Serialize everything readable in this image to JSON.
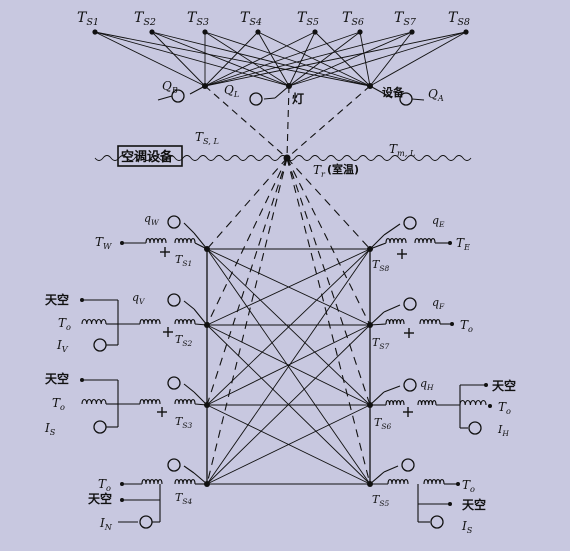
{
  "colors": {
    "background": "#c8c8e0",
    "ink": "#111111"
  },
  "top_labels": [
    "T_S1",
    "T_S2",
    "T_S3",
    "T_S4",
    "T_S5",
    "T_S6",
    "T_S7",
    "T_S8"
  ],
  "heat_gain_labels": {
    "QB": "Q_B",
    "QL": "Q_L",
    "QA": "Q_A",
    "light": "灯",
    "equipment": "设备"
  },
  "hvac": {
    "box": "空调设备",
    "supply": "T_S, L_S",
    "outside": "T_m, L_o"
  },
  "room_node": {
    "label": "T_r",
    "suffix": "(室温)"
  },
  "left_surfaces": [
    {
      "node": "T_S1",
      "q": "q_W",
      "source": "T_W"
    },
    {
      "node": "T_S2",
      "q": "q_V",
      "inputs": [
        "天空",
        "T_o",
        "I_V"
      ]
    },
    {
      "node": "T_S3",
      "inputs": [
        "天空",
        "T_o",
        "I_S"
      ]
    },
    {
      "node": "T_S4",
      "inputs": [
        "T_o",
        "天空",
        "I_N"
      ]
    }
  ],
  "right_surfaces": [
    {
      "node": "T_S8",
      "q": "q_E",
      "sink": "T_E"
    },
    {
      "node": "T_S7",
      "q": "q_F",
      "sink": "T_o"
    },
    {
      "node": "T_S6",
      "q": "q_H",
      "outputs": [
        "天空",
        "T_o",
        "I_H"
      ]
    },
    {
      "node": "T_S5",
      "outputs": [
        "T_o",
        "天空",
        "I_S"
      ]
    }
  ]
}
